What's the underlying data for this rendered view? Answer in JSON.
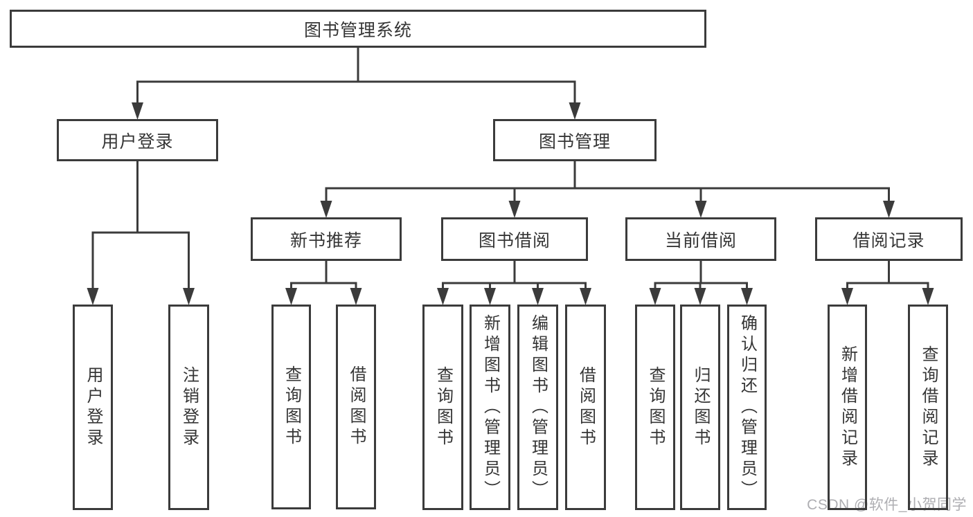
{
  "diagram": {
    "title": "图书管理系统",
    "watermark": "CSDN @软件_小贺同学",
    "colors": {
      "background": "#ffffff",
      "line": "#3b3b3b",
      "box_border": "#3b3b3b",
      "text": "#353535",
      "watermark": "#aeaeb2"
    },
    "tree": {
      "id": "root",
      "label": "图书管理系统",
      "children": [
        {
          "id": "user-login",
          "label": "用户登录",
          "children": [
            {
              "id": "user-login-action",
              "label": "用户登录"
            },
            {
              "id": "logout-action",
              "label": "注销登录"
            }
          ]
        },
        {
          "id": "book-mgmt",
          "label": "图书管理",
          "children": [
            {
              "id": "new-book-rec",
              "label": "新书推荐",
              "children": [
                {
                  "id": "nbr-query-book",
                  "label": "查询图书"
                },
                {
                  "id": "nbr-borrow-book",
                  "label": "借阅图书"
                }
              ]
            },
            {
              "id": "book-borrow",
              "label": "图书借阅",
              "children": [
                {
                  "id": "bb-query-book",
                  "label": "查询图书"
                },
                {
                  "id": "bb-add-book",
                  "label": "新增图书（管理员）"
                },
                {
                  "id": "bb-edit-book",
                  "label": "编辑图书（管理员）"
                },
                {
                  "id": "bb-borrow-book",
                  "label": "借阅图书"
                }
              ]
            },
            {
              "id": "current-borrow",
              "label": "当前借阅",
              "children": [
                {
                  "id": "cb-query-book",
                  "label": "查询图书"
                },
                {
                  "id": "cb-return-book",
                  "label": "归还图书"
                },
                {
                  "id": "cb-confirm-return",
                  "label": "确认归还（管理员）"
                }
              ]
            },
            {
              "id": "borrow-records",
              "label": "借阅记录",
              "children": [
                {
                  "id": "br-add-record",
                  "label": "新增借阅记录"
                },
                {
                  "id": "br-query-record",
                  "label": "查询借阅记录"
                }
              ]
            }
          ]
        }
      ]
    }
  }
}
